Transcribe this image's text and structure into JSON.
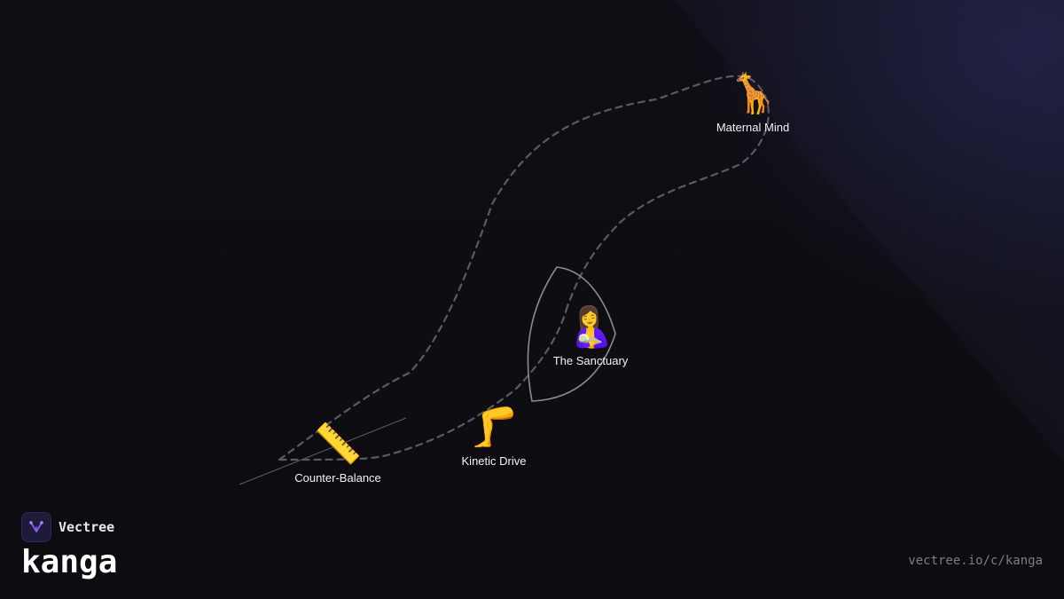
{
  "nodes": [
    {
      "id": "maternal-mind",
      "emoji": "🦒",
      "label": "Maternal Mind"
    },
    {
      "id": "the-sanctuary",
      "emoji": "🤱",
      "label": "The Sanctuary"
    },
    {
      "id": "kinetic-drive",
      "emoji": "🦵",
      "label": "Kinetic Drive"
    },
    {
      "id": "counter-balance",
      "emoji": "📏",
      "label": "Counter-Balance"
    }
  ],
  "brand": {
    "name": "Vectree",
    "project": "kanga",
    "url": "vectree.io/c/kanga"
  },
  "colors": {
    "path": "#5a5a62",
    "boundary": "#8a8a90",
    "logo_accent": "#8b5cf6"
  }
}
